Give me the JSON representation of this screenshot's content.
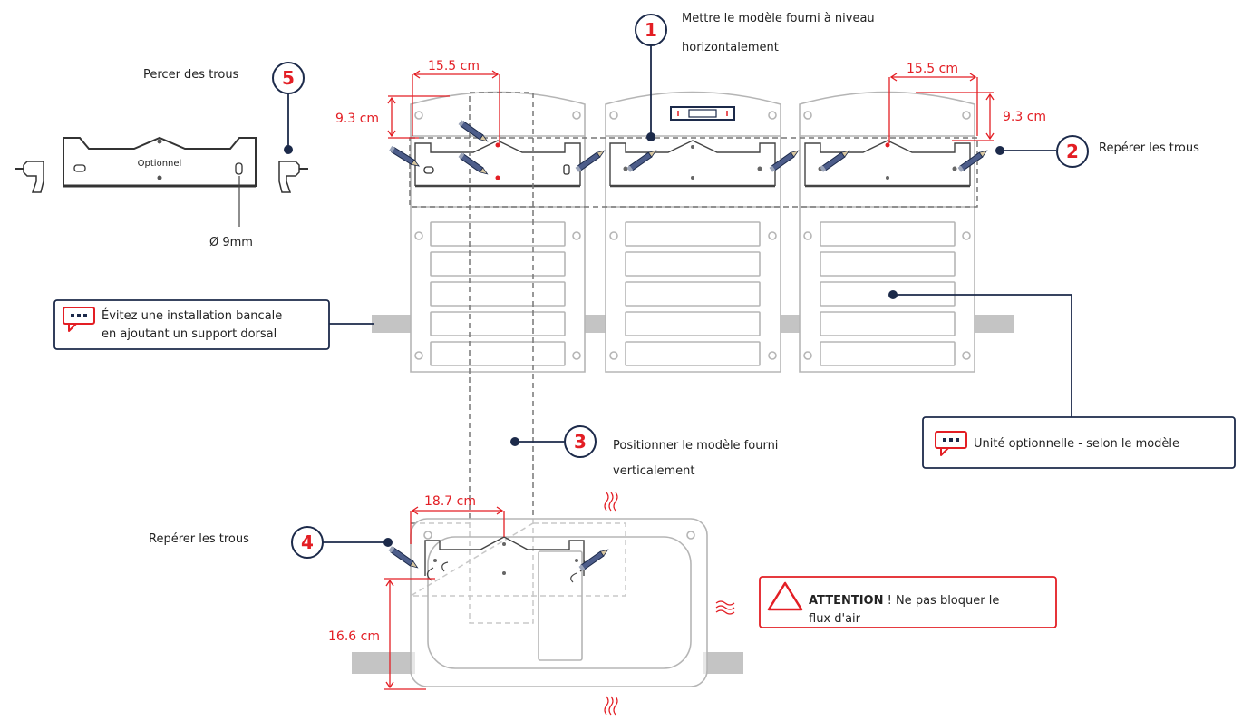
{
  "colors": {
    "accent_red": "#e31e24",
    "navy": "#1c2a4a",
    "outline_gray": "#b5b5b5",
    "dash_gray": "#777777",
    "pipe_gray": "#c4c4c4"
  },
  "steps": [
    {
      "number": "1",
      "label_lines": [
        "Mettre le modèle fourni à niveau",
        "horizontalement"
      ]
    },
    {
      "number": "2",
      "label_lines": [
        "Repérer les trous"
      ]
    },
    {
      "number": "3",
      "label_lines": [
        "Positionner le modèle fourni",
        "verticalement"
      ]
    },
    {
      "number": "4",
      "label_lines": [
        "Repérer les trous"
      ]
    },
    {
      "number": "5",
      "label_lines": [
        "Percer des trous"
      ]
    }
  ],
  "drill_bracket": {
    "label": "Optionnel",
    "hole_diameter": "Ø 9mm"
  },
  "dimensions": {
    "top_left_width": "15.5 cm",
    "top_left_height": "9.3 cm",
    "top_right_width": "15.5 cm",
    "top_right_height": "9.3 cm",
    "bottom_width": "18.7 cm",
    "bottom_height": "16.6 cm"
  },
  "notes": {
    "support_lines": [
      "Évitez une installation bancale",
      "en ajoutant un support dorsal"
    ],
    "optional_unit": "Unité optionnelle - selon le modèle",
    "warning_bold": "ATTENTION",
    "warning_line1": " ! Ne pas bloquer le",
    "warning_line2": "flux d'air"
  },
  "icons": [
    "drill-icon",
    "pencil-icon",
    "level-icon",
    "speech-bubble-icon",
    "warning-triangle-icon",
    "heat-wave-icon"
  ]
}
